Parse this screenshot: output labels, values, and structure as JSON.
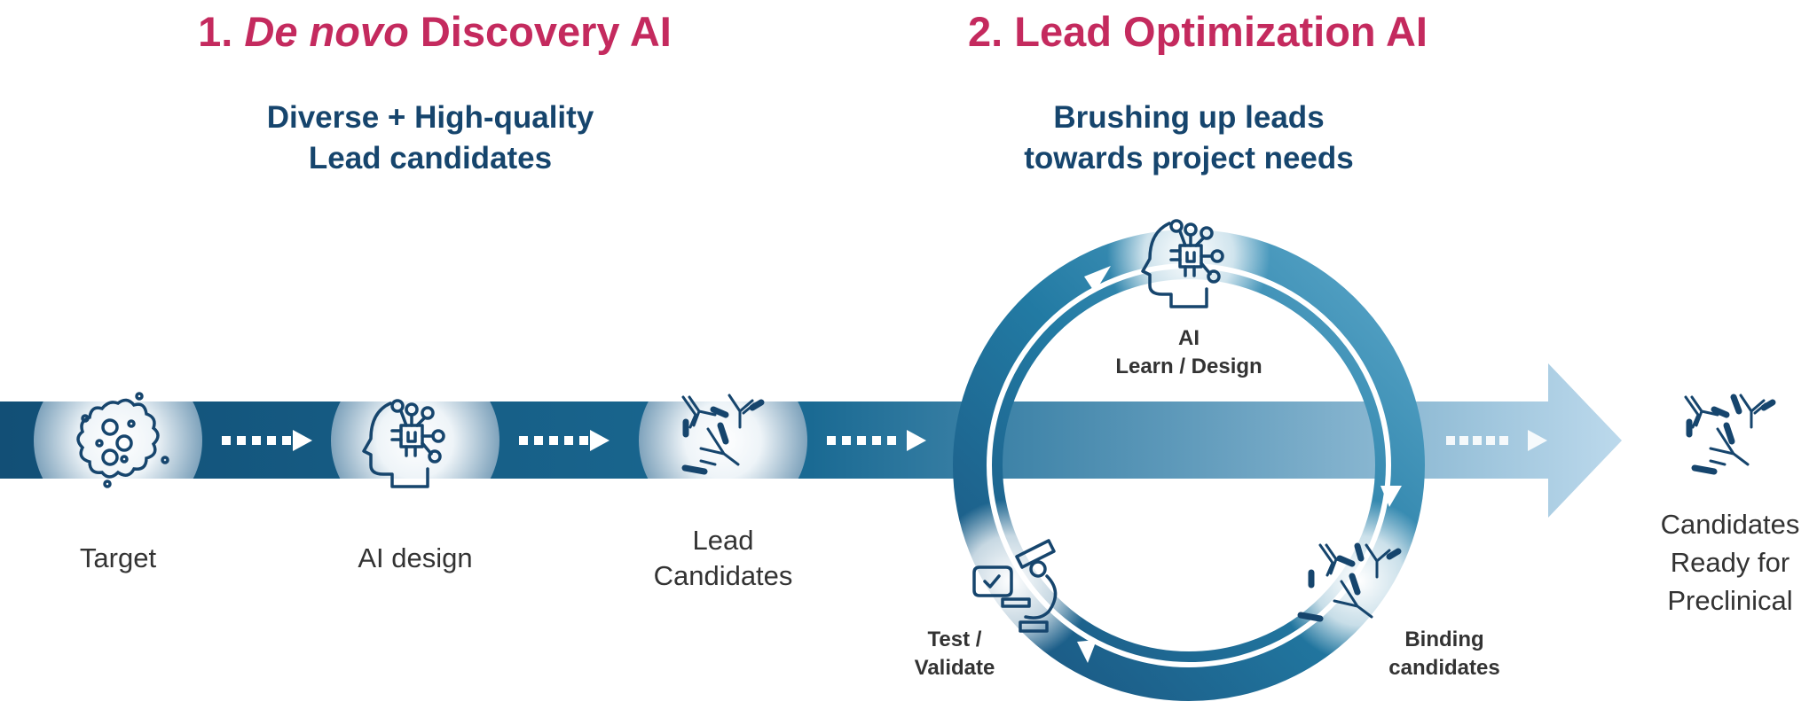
{
  "sections": [
    {
      "heading_number": "1.",
      "heading_italic": "De novo",
      "heading_rest": "Discovery AI",
      "subtitle_lines": [
        "Diverse + High-quality",
        "Lead candidates"
      ]
    },
    {
      "heading_number": "2.",
      "heading_text": "Lead Optimization AI",
      "subtitle_lines": [
        "Brushing up leads",
        "towards project needs"
      ]
    }
  ],
  "pipeline_steps": [
    {
      "label_lines": [
        "Target"
      ],
      "icon": "cell-target-icon"
    },
    {
      "label_lines": [
        "AI design"
      ],
      "icon": "ai-head-icon"
    },
    {
      "label_lines": [
        "Lead",
        "Candidates"
      ],
      "icon": "antibodies-icon"
    },
    {
      "label_lines": [
        "Candidates",
        "Ready for",
        "Preclinical"
      ],
      "icon": "antibodies-icon"
    }
  ],
  "cycle_steps": [
    {
      "label_lines": [
        "AI",
        "Learn / Design"
      ],
      "icon": "ai-head-icon"
    },
    {
      "label_lines": [
        "Binding",
        "candidates"
      ],
      "icon": "antibodies-icon"
    },
    {
      "label_lines": [
        "Test /",
        "Validate"
      ],
      "icon": "microscope-icon"
    }
  ],
  "colors": {
    "heading": "#c42a5e",
    "subtitle": "#16456d",
    "band_dark": "#124f76",
    "band_light": "#bcd9ec",
    "ring_dark": "#1c5d86",
    "ring_light": "#4d9cc0",
    "icon": "#16456d",
    "label": "#333333"
  }
}
